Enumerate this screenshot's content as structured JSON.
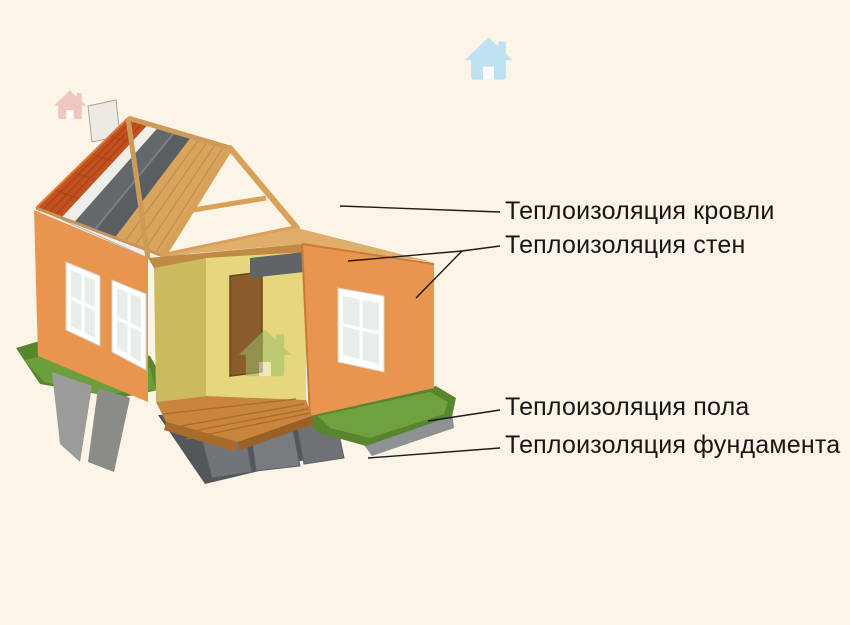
{
  "page": {
    "background": "#FBF4E7",
    "kind": "insulation-infographic"
  },
  "diagram": {
    "labels": [
      {
        "id": "roof",
        "text": "Теплоизоляция кровли"
      },
      {
        "id": "walls",
        "text": "Теплоизоляция стен"
      },
      {
        "id": "floor",
        "text": "Теплоизоляция пола"
      },
      {
        "id": "foundation",
        "text": "Теплоизоляция фундамента"
      }
    ],
    "watermarks": [
      {
        "name": "house-icon-pink",
        "color": "#EFC6C0"
      },
      {
        "name": "house-icon-blue",
        "color": "#BFE2F2"
      },
      {
        "name": "house-icon-green",
        "color": "#9CBE6B"
      }
    ]
  },
  "palette": {
    "bg": "#FBF4E7",
    "wall": "#E8964F",
    "wall-shade": "#C97B35",
    "roof-tile": "#C2511F",
    "roof-tile-dark": "#A8431A",
    "roof-tile-light": "#E07A3C",
    "wood": "#D9A55E",
    "wood-dark": "#C08F4B",
    "beam": "#D7A258",
    "insulation": "#62686C",
    "insulation-dark": "#585E62",
    "interior": "#E6D67C",
    "interior-shade": "#CCBA5E",
    "floorboard": "#C9853B",
    "floorboard-dark": "#A86B2C",
    "grass": "#57862F",
    "grass-light": "#6FA23E",
    "concrete": "#9B9B99",
    "concrete-dark": "#8A8C88",
    "block": "#71757A",
    "cavity": "#53565A",
    "gable": "#F1EEE7",
    "pane": "#E8EEEA",
    "door": "#8A5B2B",
    "leader": "#1C1C1C",
    "wm-pink": "#EFC6C0",
    "wm-blue": "#BFE2F2",
    "wm-green": "#9CBE6B"
  }
}
